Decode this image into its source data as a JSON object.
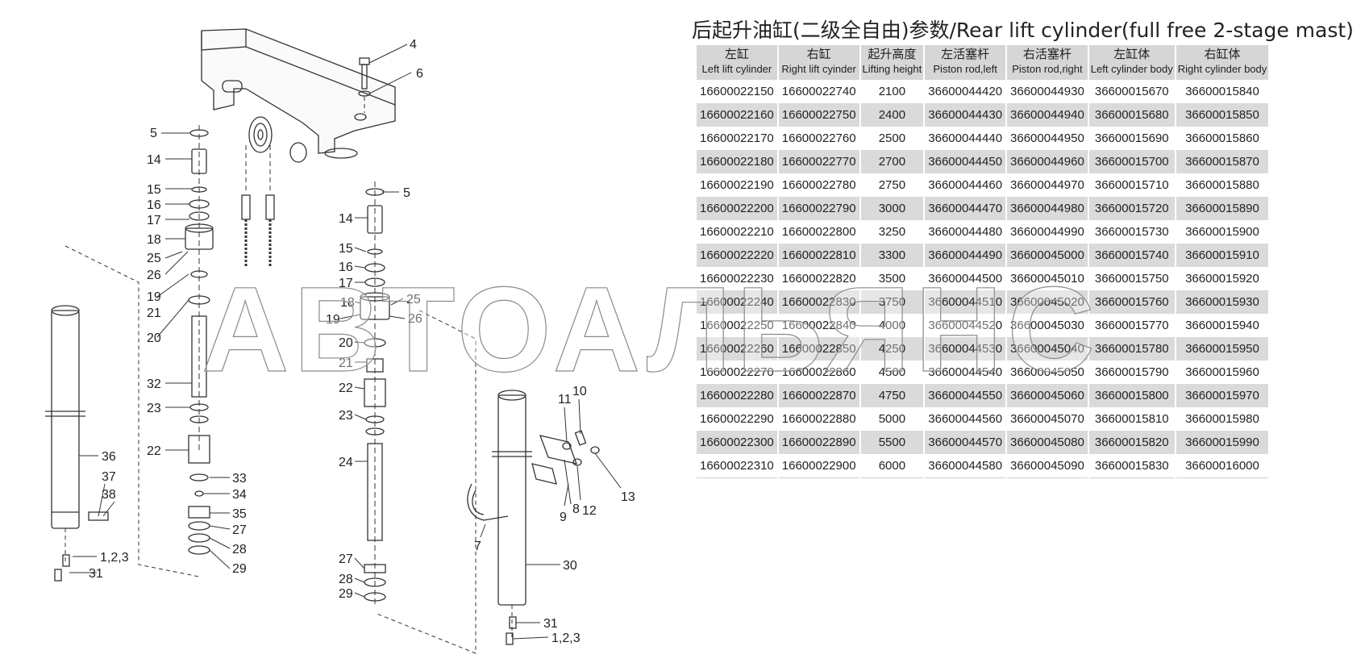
{
  "title": "后起升油缸(二级全自由)参数/Rear lift cylinder(full free 2-stage mast)",
  "table": {
    "headers": [
      {
        "zh": "左缸",
        "en": "Left lift cylinder"
      },
      {
        "zh": "右缸",
        "en": "Right lift cyinder"
      },
      {
        "zh": "起升高度",
        "en": "Lifting height"
      },
      {
        "zh": "左活塞杆",
        "en": "Piston rod,left"
      },
      {
        "zh": "右活塞杆",
        "en": "Piston rod,right"
      },
      {
        "zh": "左缸体",
        "en": "Left cylinder body"
      },
      {
        "zh": "右缸体",
        "en": "Right cylinder body"
      }
    ],
    "rows": [
      [
        "16600022150",
        "16600022740",
        "2100",
        "36600044420",
        "36600044930",
        "36600015670",
        "36600015840"
      ],
      [
        "16600022160",
        "16600022750",
        "2400",
        "36600044430",
        "36600044940",
        "36600015680",
        "36600015850"
      ],
      [
        "16600022170",
        "16600022760",
        "2500",
        "36600044440",
        "36600044950",
        "36600015690",
        "36600015860"
      ],
      [
        "16600022180",
        "16600022770",
        "2700",
        "36600044450",
        "36600044960",
        "36600015700",
        "36600015870"
      ],
      [
        "16600022190",
        "16600022780",
        "2750",
        "36600044460",
        "36600044970",
        "36600015710",
        "36600015880"
      ],
      [
        "16600022200",
        "16600022790",
        "3000",
        "36600044470",
        "36600044980",
        "36600015720",
        "36600015890"
      ],
      [
        "16600022210",
        "16600022800",
        "3250",
        "36600044480",
        "36600044990",
        "36600015730",
        "36600015900"
      ],
      [
        "16600022220",
        "16600022810",
        "3300",
        "36600044490",
        "36600045000",
        "36600015740",
        "36600015910"
      ],
      [
        "16600022230",
        "16600022820",
        "3500",
        "36600044500",
        "36600045010",
        "36600015750",
        "36600015920"
      ],
      [
        "16600022240",
        "16600022830",
        "3750",
        "36600044510",
        "36600045020",
        "36600015760",
        "36600015930"
      ],
      [
        "16600022250",
        "16600022840",
        "4000",
        "36600044520",
        "36600045030",
        "36600015770",
        "36600015940"
      ],
      [
        "16600022260",
        "16600022850",
        "4250",
        "36600044530",
        "36600045040",
        "36600015780",
        "36600015950"
      ],
      [
        "16600022270",
        "16600022860",
        "4500",
        "36600044540",
        "36600045050",
        "36600015790",
        "36600015960"
      ],
      [
        "16600022280",
        "16600022870",
        "4750",
        "36600044550",
        "36600045060",
        "36600015800",
        "36600015970"
      ],
      [
        "16600022290",
        "16600022880",
        "5000",
        "36600044560",
        "36600045070",
        "36600015810",
        "36600015980"
      ],
      [
        "16600022300",
        "16600022890",
        "5500",
        "36600044570",
        "36600045080",
        "36600015820",
        "36600015990"
      ],
      [
        "16600022310",
        "16600022900",
        "6000",
        "36600044580",
        "36600045090",
        "36600015830",
        "36600016000"
      ]
    ]
  },
  "callouts": {
    "c4": "4",
    "c6": "6",
    "c5a": "5",
    "c5b": "5",
    "c14a": "14",
    "c15a": "15",
    "c16a": "16",
    "c17a": "17",
    "c18a": "18",
    "c25a": "25",
    "c26a": "26",
    "c19a": "19",
    "c21a": "21",
    "c20a": "20",
    "c32": "32",
    "c23a": "23",
    "c22a": "22",
    "c33": "33",
    "c34": "34",
    "c35": "35",
    "c27a": "27",
    "c28a": "28",
    "c29a": "29",
    "c36": "36",
    "c37": "37",
    "c38": "38",
    "c123a": "1,2,3",
    "c31a": "31",
    "c14b": "14",
    "c15b": "15",
    "c16b": "16",
    "c17b": "17",
    "c18b": "18",
    "c19b": "19",
    "c25b": "25",
    "c26b": "26",
    "c20b": "20",
    "c21b": "21",
    "c22b": "22",
    "c23b": "23",
    "c24": "24",
    "c27b": "27",
    "c28b": "28",
    "c29b": "29",
    "c10": "10",
    "c11": "11",
    "c12": "12",
    "c13": "13",
    "c9": "9",
    "c8": "8",
    "c7": "7",
    "c30": "30",
    "c31b": "31",
    "c123b": "1,2,3"
  },
  "watermark": "АВТОАЛЬЯНС"
}
